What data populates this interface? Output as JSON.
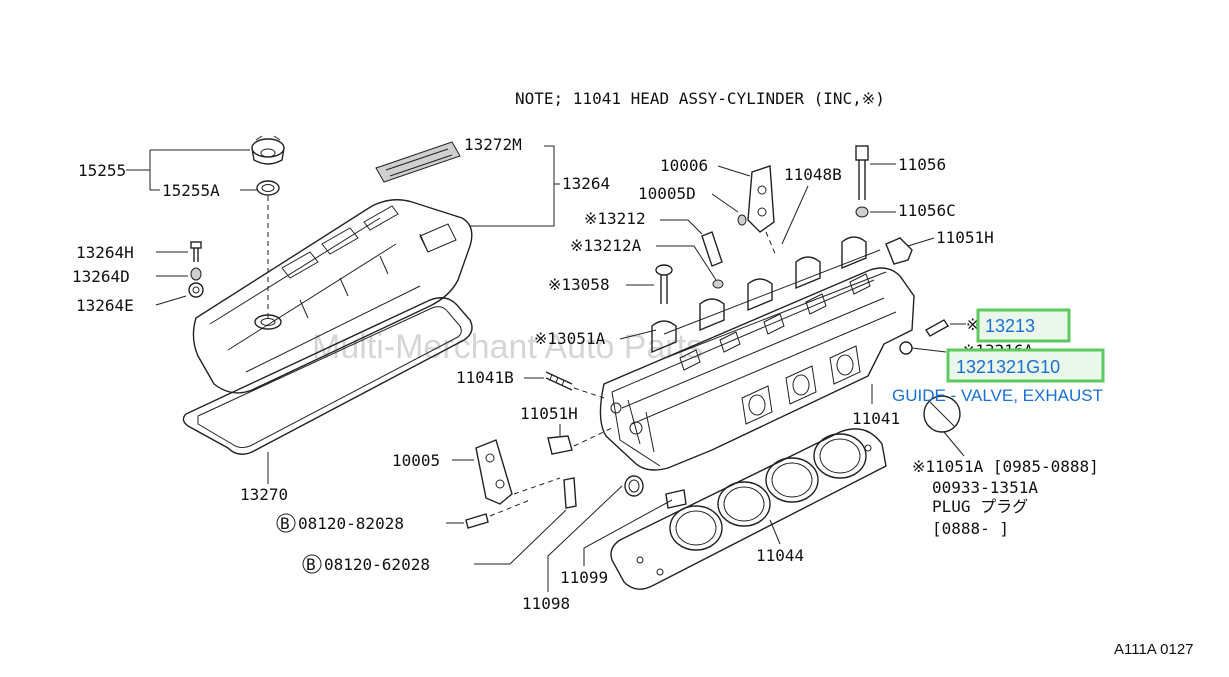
{
  "note": "NOTE; 11041 HEAD ASSY-CYLINDER (INC,※)",
  "diagram_code": "A111A 0127",
  "watermark": "Multi-Merchant Auto Parts",
  "labels": {
    "p15255": "15255",
    "p15255A": "15255A",
    "p13272M": "13272M",
    "p13264": "13264",
    "p13264H": "13264H",
    "p13264D": "13264D",
    "p13264E": "13264E",
    "p13270": "13270",
    "p10006": "10006",
    "p10005D": "10005D",
    "p11048B": "11048B",
    "p11056": "11056",
    "p11056C": "11056C",
    "p11051H_top": "11051H",
    "p13212": "※13212",
    "p13212A": "※13212A",
    "p13058": "※13058",
    "p13051A": "※13051A",
    "p11041B": "11041B",
    "p11051H_mid": "11051H",
    "p10005": "10005",
    "p08120_82028": "08120-82028",
    "p08120_62028": "08120-62028",
    "p11098": "11098",
    "p11099": "11099",
    "p11044": "11044",
    "p11041": "11041",
    "p13213_mark": "※",
    "p13216A": "※13216A",
    "p11051A": "※11051A [0985-0888]",
    "p00933": "00933-1351A",
    "plug": "PLUG プラグ",
    "range": "[0888-   ]",
    "circle_b": "B"
  },
  "highlights": {
    "part_13213": "13213",
    "part_guide": "1321321G10",
    "guide_desc": "GUIDE - VALVE, EXHAUST"
  },
  "colors": {
    "highlight_border": "#5ec95e",
    "highlight_fill": "#eaf7ea",
    "link_blue": "#1a6fd6"
  }
}
